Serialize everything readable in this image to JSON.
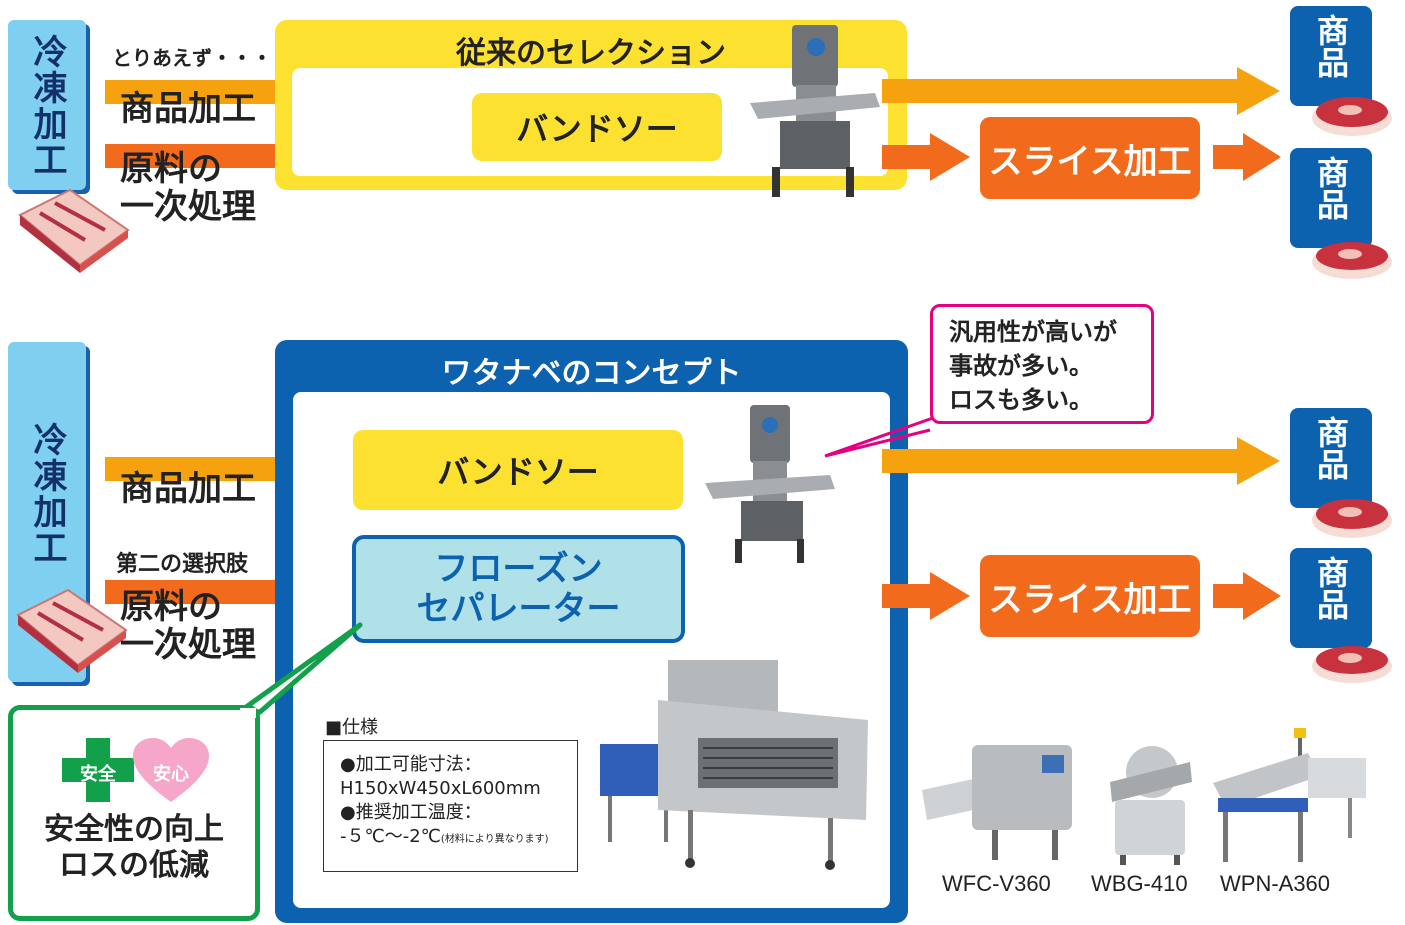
{
  "top": {
    "left_label": "冷凍加工",
    "intro_text": "とりあえず・・・",
    "flow1_label": "商品加工",
    "flow2_label_line1": "原料の",
    "flow2_label_line2": "一次処理",
    "section_title": "従来のセレクション",
    "machine_box_label": "バンドソー",
    "slice_box_label": "スライス加工",
    "product1_label": "商品",
    "product2_label": "商品"
  },
  "bottom": {
    "left_label": "冷凍加工",
    "flow1_label": "商品加工",
    "alt_label": "第二の選択肢",
    "flow2_label_line1": "原料の",
    "flow2_label_line2": "一次処理",
    "section_title": "ワタナベのコンセプト",
    "bandsaw_label": "バンドソー",
    "separator_line1": "フローズン",
    "separator_line2": "セパレーター",
    "callout_line1": "汎用性が高いが",
    "callout_line2": "事故が多い。",
    "callout_line3": "ロスも多い。",
    "slice_box_label": "スライス加工",
    "product1_label": "商品",
    "product2_label": "商品",
    "spec_heading": "■仕様",
    "spec_size_label": "●加工可能寸法：",
    "spec_size_value": "H150xW450xL600mm",
    "spec_temp_label": "●推奨加工温度：",
    "spec_temp_value": "-５℃〜-2℃",
    "spec_temp_note": "(材料により異なります)",
    "badge_safety": "安全",
    "badge_relief": "安心",
    "benefit_line1": "安全性の向上",
    "benefit_line2": "ロスの低減",
    "models": [
      "WFC-V360",
      "WBG-410",
      "WPN-A360"
    ]
  },
  "colors": {
    "light_blue": "#7ecff0",
    "navy": "#0d62b0",
    "yellow": "#fde130",
    "orange": "#f26b1d",
    "magenta": "#e4007f",
    "green": "#12a04a",
    "separator_fill": "#b0e0e8"
  }
}
